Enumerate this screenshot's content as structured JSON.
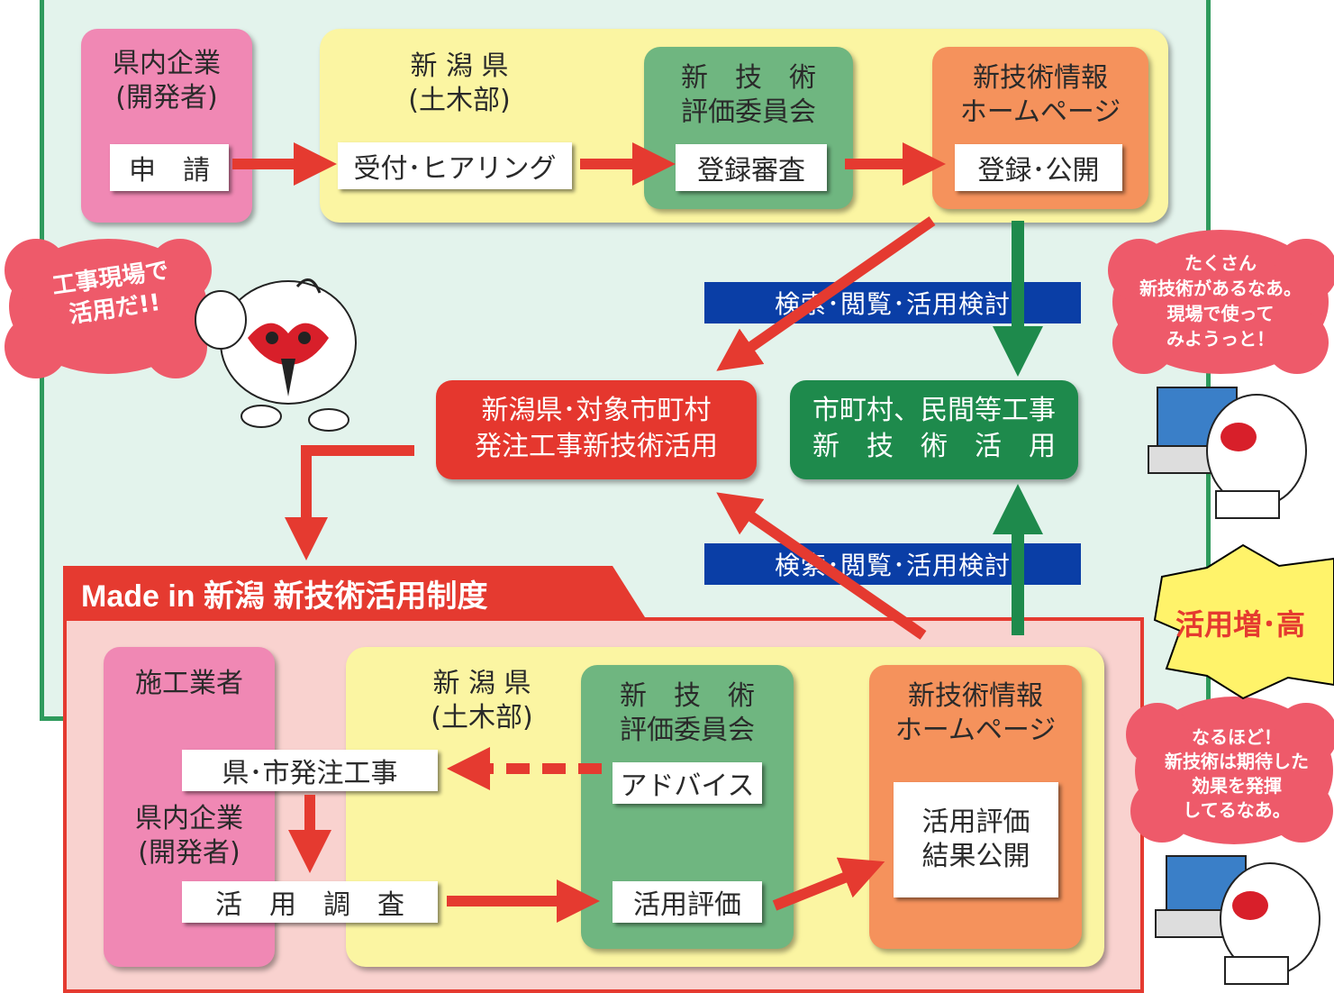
{
  "top_flow": {
    "applicant": {
      "title": "県内企業\n(開発者)",
      "action": "申　請"
    },
    "prefecture": {
      "title": "新 潟 県\n(土木部)",
      "action": "受付･ヒアリング"
    },
    "committee": {
      "title": "新　技　術\n評価委員会",
      "action": "登録審査"
    },
    "homepage": {
      "title": "新技術情報\nホームページ",
      "action": "登録･公開"
    }
  },
  "search_label_1": "検索･閲覧･活用検討",
  "search_label_2": "検索･閲覧･活用検討",
  "outcome_prefecture": "新潟県･対象市町村\n発注工事新技術活用",
  "outcome_municipal": "市町村、民間等工事\n新　技　術　活　用",
  "system_title": "Made in 新潟 新技術活用制度",
  "bottom_flow": {
    "contractor": {
      "title_1": "施工業者",
      "title_2": "県内企業\n(開発者)"
    },
    "order_work": "県･市発注工事",
    "survey": "活　用　調　査",
    "prefecture": {
      "title": "新 潟 県\n(土木部)"
    },
    "committee": {
      "title": "新　技　術\n評価委員会",
      "advice": "アドバイス",
      "evaluation": "活用評価"
    },
    "homepage": {
      "title": "新技術情報\nホームページ",
      "result": "活用評価\n結果公開"
    }
  },
  "bubbles": {
    "left": "工事現場で\n活用だ!!",
    "right_top": "たくさん\n新技術があるなあ。\n現場で使って\nみようっと！",
    "right_bottom": "なるほど！\n新技術は期待した\n効果を発揮\nしてるなあ。"
  },
  "burst": "活用増･高",
  "colors": {
    "arrow_red": "#e53a30",
    "arrow_green": "#1e8a4c",
    "bar_blue": "#0a3ea6",
    "panel_border_green": "#2e9a5c"
  }
}
